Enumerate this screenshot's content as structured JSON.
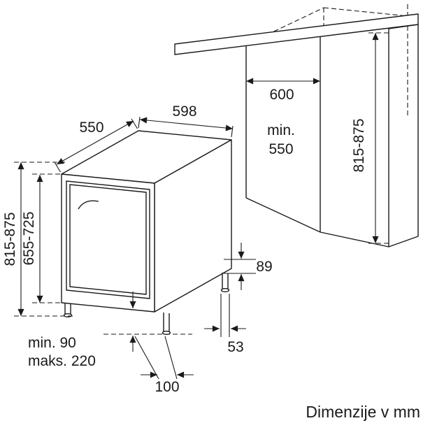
{
  "caption": "Dimenzije v mm",
  "colors": {
    "line": "#1a1a1a",
    "background": "#ffffff"
  },
  "dimensions": {
    "top_depth": "550",
    "top_width": "598",
    "niche_width": "600",
    "niche_depth_prefix": "min.",
    "niche_depth_value": "550",
    "appliance_height": "815-875",
    "inner_height": "655-725",
    "niche_height": "815-875",
    "rear_height": "89",
    "rear_offset": "53",
    "plinth_min": "min. 90",
    "plinth_max": "maks. 220",
    "plinth_depth": "100"
  }
}
